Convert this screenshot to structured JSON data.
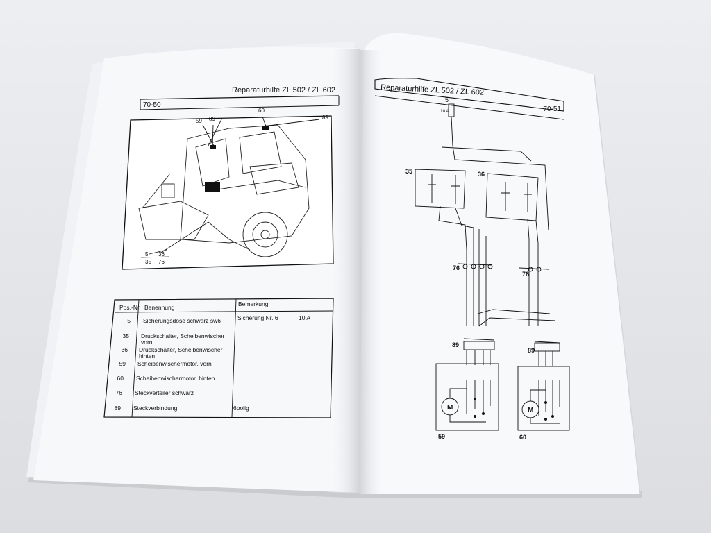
{
  "left_page": {
    "header_title": "Reparaturhilfe  ZL 502 / ZL 602",
    "page_number": "70-50",
    "callouts": {
      "c59": "59",
      "c89": "89",
      "c60": "60",
      "c89r": "89",
      "c5": "5",
      "c36": "36",
      "c35": "35",
      "c76": "76"
    },
    "table": {
      "col_pos": "Pos.-Nr.",
      "col_name": "Benennung",
      "col_note": "Bemerkung",
      "rows": [
        {
          "pos": "5",
          "name1": "Sicherungsdose schwarz sw6",
          "name2": "",
          "note": "Sicherung Nr. 6",
          "note2": "10 A"
        },
        {
          "pos": "35",
          "name1": "Druckschalter, Scheibenwischer",
          "name2": "vorn",
          "note": "",
          "note2": ""
        },
        {
          "pos": "36",
          "name1": "Druckschalter, Scheibenwischer",
          "name2": "hinten",
          "note": "",
          "note2": ""
        },
        {
          "pos": "59",
          "name1": "Scheibenwischermotor, vorn",
          "name2": "",
          "note": "",
          "note2": ""
        },
        {
          "pos": "60",
          "name1": "Scheibenwischermotor, hinten",
          "name2": "",
          "note": "",
          "note2": ""
        },
        {
          "pos": "76",
          "name1": "Steckverteiler schwarz",
          "name2": "",
          "note": "",
          "note2": ""
        },
        {
          "pos": "89",
          "name1": "Steckverbindung",
          "name2": "",
          "note": "6polig",
          "note2": ""
        }
      ]
    }
  },
  "right_page": {
    "header_title": "Reparaturhilfe   ZL 502 / ZL 602",
    "page_number": "70-51",
    "schematic": {
      "fuse_number": "5",
      "fuse_rating": "10 A",
      "switch_35": "35",
      "switch_36": "36",
      "plug_76a": "76",
      "plug_76b": "76",
      "conn_89a": "89",
      "conn_89b": "89",
      "motor_59": "59",
      "motor_60": "60",
      "motor_symbol": "M"
    }
  }
}
